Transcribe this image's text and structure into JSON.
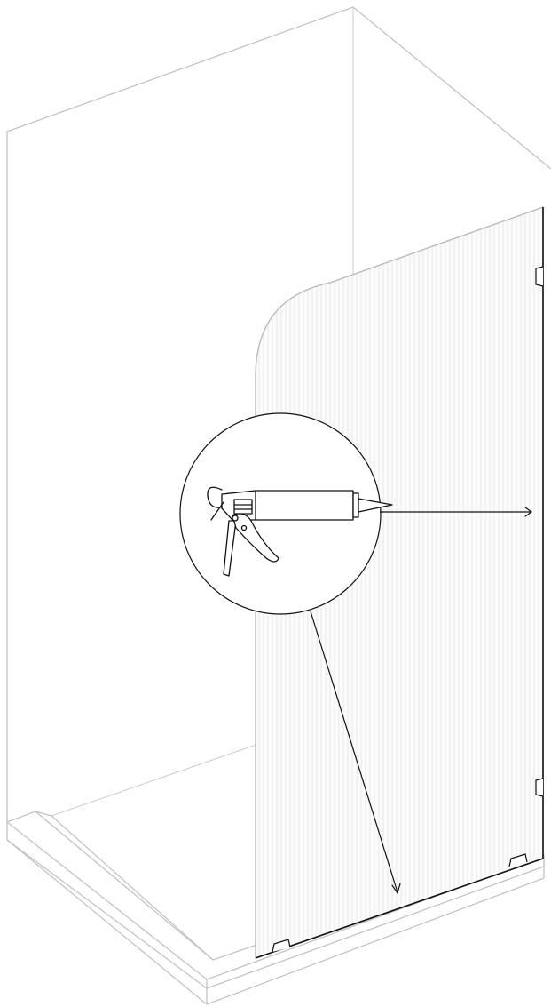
{
  "figure": {
    "kind": "installation-step-illustration",
    "depicts": [
      "shower-enclosure",
      "fluted-glass-panel",
      "shower-tray",
      "caulking-gun",
      "detail-callout"
    ],
    "colors": {
      "line": "#111111",
      "wall": "#c4c4c4",
      "glass_fill": "#fbfbfb",
      "glass_rib": "#e4e4e4",
      "background": "#ffffff"
    },
    "callout": {
      "icon": "caulking-gun-icon",
      "arrows": [
        "to-right-glass-edge",
        "to-bottom-glass-edge"
      ]
    }
  }
}
